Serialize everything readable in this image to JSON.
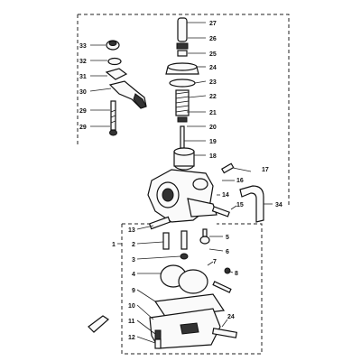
{
  "callouts": [
    {
      "id": "c33",
      "text": "33"
    },
    {
      "id": "c32",
      "text": "32"
    },
    {
      "id": "c31",
      "text": "31"
    },
    {
      "id": "c30",
      "text": "30"
    },
    {
      "id": "c29a",
      "text": "29"
    },
    {
      "id": "c29b",
      "text": "29"
    },
    {
      "id": "c27",
      "text": "27"
    },
    {
      "id": "c26",
      "text": "26"
    },
    {
      "id": "c25",
      "text": "25"
    },
    {
      "id": "c24",
      "text": "24"
    },
    {
      "id": "c23",
      "text": "23"
    },
    {
      "id": "c22",
      "text": "22"
    },
    {
      "id": "c21",
      "text": "21"
    },
    {
      "id": "c20",
      "text": "20"
    },
    {
      "id": "c19",
      "text": "19"
    },
    {
      "id": "c18",
      "text": "18"
    },
    {
      "id": "c17",
      "text": "17"
    },
    {
      "id": "c16",
      "text": "16"
    },
    {
      "id": "c15",
      "text": "15"
    },
    {
      "id": "c14",
      "text": "14"
    },
    {
      "id": "c34",
      "text": "34"
    },
    {
      "id": "c13",
      "text": "13"
    },
    {
      "id": "c1",
      "text": "1"
    },
    {
      "id": "c2",
      "text": "2"
    },
    {
      "id": "c3",
      "text": "3"
    },
    {
      "id": "c4",
      "text": "4"
    },
    {
      "id": "c5",
      "text": "5"
    },
    {
      "id": "c6",
      "text": "6"
    },
    {
      "id": "c7",
      "text": "7"
    },
    {
      "id": "c8",
      "text": "8"
    },
    {
      "id": "c9",
      "text": "9"
    },
    {
      "id": "c10",
      "text": "10"
    },
    {
      "id": "c11",
      "text": "11"
    },
    {
      "id": "c12",
      "text": "12"
    },
    {
      "id": "c24b",
      "text": "24"
    }
  ]
}
